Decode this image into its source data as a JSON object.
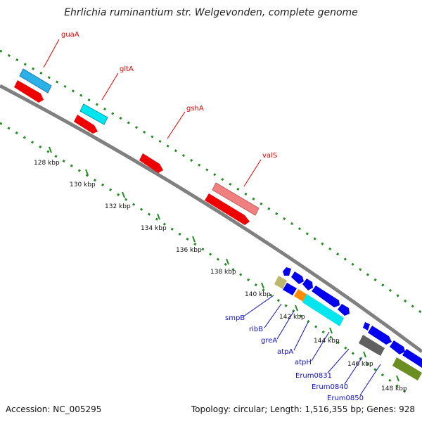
{
  "title": "Ehrlichia ruminantium str. Welgevonden, complete genome",
  "footer": {
    "accession": "Accession: NC_005295",
    "summary": "Topology: circular; Length: 1,516,355 bp; Genes: 928"
  },
  "ticks": [
    "128 kbp",
    "130 kbp",
    "132 kbp",
    "134 kbp",
    "136 kbp",
    "138 kbp",
    "140 kbp",
    "142 kbp",
    "144 kbp",
    "146 kbp",
    "148 kbp"
  ],
  "labels": {
    "guaA": "guaA",
    "gltA": "gltA",
    "gshA": "gshA",
    "valS": "valS",
    "smpB": "smpB",
    "ribB": "ribB",
    "greA": "greA",
    "atpA": "atpA",
    "atpH": "atpH",
    "erum0831": "Erum0831",
    "erum0840": "Erum0840",
    "erum0850": "Erum0850"
  },
  "colors": {
    "backbone": "#808080",
    "gc_dots": "#228b22",
    "cds_forward": "#0000ee",
    "cds_reverse": "#ee0000",
    "rrna_like": "#00e5ee",
    "trna_like": "#f08080",
    "misc": "#ff8c00",
    "label_red": "#e00000",
    "label_blue": "#1010c0"
  }
}
